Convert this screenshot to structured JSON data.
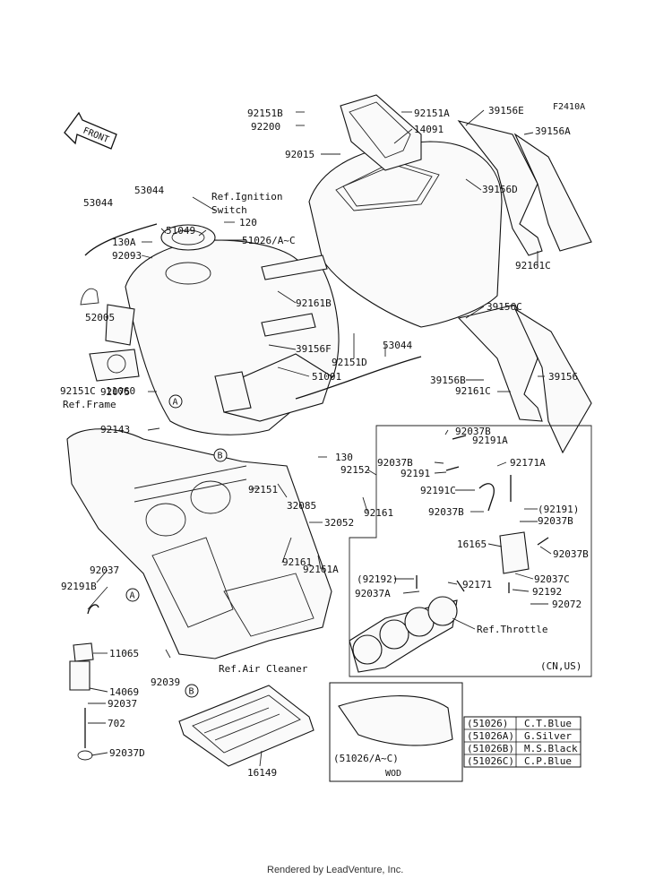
{
  "diagram_code": "F2410A",
  "front_label": "FRONT",
  "parts": [
    {
      "id": "p1",
      "label": "92151B"
    },
    {
      "id": "p2",
      "label": "92200"
    },
    {
      "id": "p3",
      "label": "92151A"
    },
    {
      "id": "p4",
      "label": "14091"
    },
    {
      "id": "p5",
      "label": "39156E"
    },
    {
      "id": "p6",
      "label": "39156A"
    },
    {
      "id": "p7",
      "label": "92015"
    },
    {
      "id": "p8",
      "label": "39156D"
    },
    {
      "id": "p9",
      "label": "53044"
    },
    {
      "id": "p10",
      "label": "53044"
    },
    {
      "id": "p11",
      "label": "Ref.Ignition"
    },
    {
      "id": "p12",
      "label": "Switch"
    },
    {
      "id": "p13",
      "label": "120"
    },
    {
      "id": "p14",
      "label": "51049"
    },
    {
      "id": "p15",
      "label": "51026/A~C"
    },
    {
      "id": "p16",
      "label": "130A"
    },
    {
      "id": "p17",
      "label": "92093"
    },
    {
      "id": "p18",
      "label": "92161C"
    },
    {
      "id": "p19",
      "label": "92161B"
    },
    {
      "id": "p20",
      "label": "52005"
    },
    {
      "id": "p21",
      "label": "39156C"
    },
    {
      "id": "p22",
      "label": "39156F"
    },
    {
      "id": "p23",
      "label": "53044"
    },
    {
      "id": "p24",
      "label": "92151D"
    },
    {
      "id": "p25",
      "label": "92151C"
    },
    {
      "id": "p26",
      "label": "11060"
    },
    {
      "id": "p27",
      "label": "51001"
    },
    {
      "id": "p28",
      "label": "39156B"
    },
    {
      "id": "p29",
      "label": "39156"
    },
    {
      "id": "p30",
      "label": "Ref.Frame"
    },
    {
      "id": "p31",
      "label": "92075"
    },
    {
      "id": "p32",
      "label": "92143"
    },
    {
      "id": "p33",
      "label": "92161C"
    },
    {
      "id": "p34",
      "label": "92037B"
    },
    {
      "id": "p35",
      "label": "92191A"
    },
    {
      "id": "p36",
      "label": "130"
    },
    {
      "id": "p37",
      "label": "92037B"
    },
    {
      "id": "p38",
      "label": "92171A"
    },
    {
      "id": "p39",
      "label": "92152"
    },
    {
      "id": "p40",
      "label": "92191"
    },
    {
      "id": "p41",
      "label": "92151"
    },
    {
      "id": "p42",
      "label": "32085"
    },
    {
      "id": "p43",
      "label": "92161"
    },
    {
      "id": "p44",
      "label": "92191C"
    },
    {
      "id": "p45",
      "label": "(92191)"
    },
    {
      "id": "p46",
      "label": "32052"
    },
    {
      "id": "p47",
      "label": "92037B"
    },
    {
      "id": "p48",
      "label": "92037B"
    },
    {
      "id": "p49",
      "label": "16165"
    },
    {
      "id": "p50",
      "label": "92037B"
    },
    {
      "id": "p51",
      "label": "92161"
    },
    {
      "id": "p52",
      "label": "92161A"
    },
    {
      "id": "p53",
      "label": "92037"
    },
    {
      "id": "p54",
      "label": "(92192)"
    },
    {
      "id": "p55",
      "label": "92037C"
    },
    {
      "id": "p56",
      "label": "92191B"
    },
    {
      "id": "p57",
      "label": "92171"
    },
    {
      "id": "p58",
      "label": "92192"
    },
    {
      "id": "p59",
      "label": "92037A"
    },
    {
      "id": "p60",
      "label": "92072"
    },
    {
      "id": "p61",
      "label": "Ref.Throttle"
    },
    {
      "id": "p62",
      "label": "11065"
    },
    {
      "id": "p63",
      "label": "92039"
    },
    {
      "id": "p64",
      "label": "Ref.Air Cleaner"
    },
    {
      "id": "p65",
      "label": "(CN,US)"
    },
    {
      "id": "p66",
      "label": "14069"
    },
    {
      "id": "p67",
      "label": "92037"
    },
    {
      "id": "p68",
      "label": "702"
    },
    {
      "id": "p69",
      "label": "92037D"
    },
    {
      "id": "p70",
      "label": "16149"
    }
  ],
  "callouts": [
    "A",
    "B",
    "A",
    "B"
  ],
  "color_table": [
    {
      "code": "(51026)",
      "color": "C.T.Blue"
    },
    {
      "code": "(51026A)",
      "color": "G.Silver"
    },
    {
      "code": "(51026B)",
      "color": "M.S.Black"
    },
    {
      "code": "(51026C)",
      "color": "C.P.Blue"
    }
  ],
  "cover_label": "(51026/A~C)",
  "cover_sublabel": "WOD",
  "footer": "Rendered by LeadVenture, Inc."
}
